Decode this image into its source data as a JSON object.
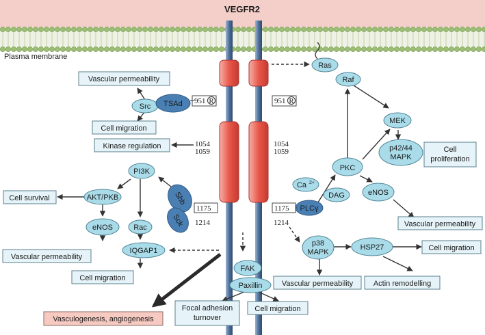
{
  "title": "VEGFR2",
  "membrane_label": "Plasma membrane",
  "residues": {
    "y951": "951",
    "y1054": "1054",
    "y1059": "1059",
    "y1175": "1175",
    "y1214": "1214",
    "phospho_mark": "R"
  },
  "nodes": {
    "src": "Src",
    "tsad": "TSAd",
    "ras": "Ras",
    "raf": "Raf",
    "mek": "MEK",
    "p4244_l1": "p42/44",
    "p4244_l2": "MAPK",
    "pkc": "PKC",
    "ca": "Ca",
    "ca_sup": "2+",
    "dag": "DAG",
    "enos_right": "eNOS",
    "plcg": "PLCγ",
    "pi3k": "PI3K",
    "akt": "AKT/PKB",
    "enos_left": "eNOS",
    "rac": "Rac",
    "iqgap1": "IQGAP1",
    "shb": "Shb",
    "sck": "Sck",
    "p38_l1": "p38",
    "p38_l2": "MAPK",
    "hsp27": "HSP27",
    "fak": "FAK",
    "paxillin": "Paxillin"
  },
  "outcomes": {
    "vasc_perm_top": "Vascular permeability",
    "cell_migration_top": "Cell migration",
    "kinase_regulation": "Kinase regulation",
    "cell_survival": "Cell survival",
    "vasc_perm_left": "Vascular permeability",
    "cell_migration_left": "Cell migration",
    "cell_prolif_l1": "Cell",
    "cell_prolif_l2": "proliferation",
    "vasc_perm_right": "Vascular permeability",
    "cell_migration_right": "Cell migration",
    "vasc_perm_p38": "Vascular permeability",
    "actin_remodelling": "Actin remodelling",
    "focal_l1": "Focal adhesion",
    "focal_l2": "turnover",
    "cell_migration_fak": "Cell migration",
    "vasculogenesis": "Vasculogenesis, angiogenesis"
  },
  "colors": {
    "membrane_band": "#f4cfc9",
    "bead": "#9dbf73",
    "receptor_chain": "#4f6f96",
    "kinase_domain": "#e8584a",
    "node_fill": "#a9dbe9",
    "adaptor_fill": "#4a7fb3",
    "outcome_box": "#e6f3f8",
    "angiogenesis_box": "#f6c9c1"
  }
}
